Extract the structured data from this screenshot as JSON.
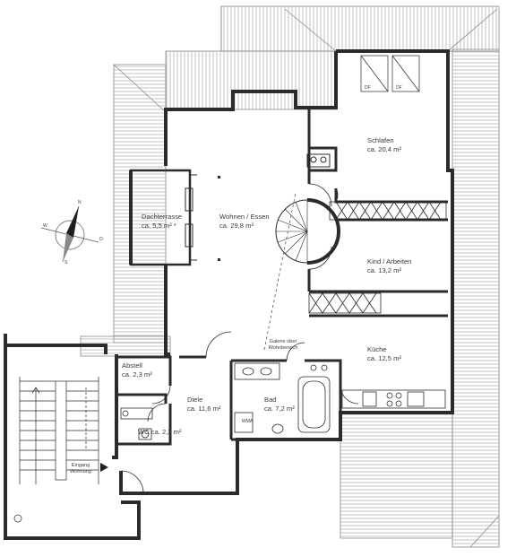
{
  "rooms": {
    "schlafen": {
      "name": "Schlafen",
      "area": "ca. 20,4 m²"
    },
    "wohnen": {
      "name": "Wohnen / Essen",
      "area": "ca. 29,8 m²"
    },
    "dachterrasse": {
      "name": "Dachterrasse",
      "area": "ca. 5,5 m² *"
    },
    "kind": {
      "name": "Kind / Arbeiten",
      "area": "ca. 13,2 m²"
    },
    "kueche": {
      "name": "Küche",
      "area": "ca. 12,5 m²"
    },
    "abstell": {
      "name": "Abstell",
      "area": "ca. 2,3 m²"
    },
    "diele": {
      "name": "Diele",
      "area": "ca. 11,6 m²"
    },
    "bad": {
      "name": "Bad",
      "area": "ca. 7,2 m²"
    },
    "wc": {
      "name": "WC",
      "area": "ca. 2,2 m²"
    }
  },
  "labels": {
    "galerie_line1": "Galerie über",
    "galerie_line2": "Wohnbereich",
    "eingang_line1": "Eingang",
    "eingang_line2": "Wohnung",
    "wma": "WMA",
    "df1": "DF",
    "df2": "DF"
  },
  "compass": {
    "n": "N",
    "o": "O",
    "s": "S",
    "w": "W"
  },
  "colors": {
    "wall": "#2b2b2b",
    "roof": "#9a9a9a",
    "text": "#3a3a3a"
  }
}
